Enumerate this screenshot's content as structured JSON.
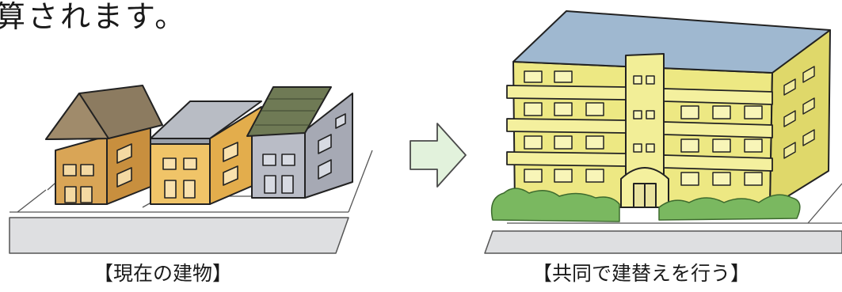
{
  "text": {
    "top_fragment": "算されます。",
    "caption_current": "【現在の建物】",
    "caption_rebuild": "【共同で建替えを行う】"
  },
  "colors": {
    "road": "#dedfe1",
    "house_brown": "#d9a556",
    "house_orange": "#f0c468",
    "house_gray": "#b9bcc6",
    "roof_brown": "#8c7b60",
    "roof_green": "#6f7a55",
    "roof_blue": "#9fb8d0",
    "building_yellow": "#ede883",
    "hedge": "#7ab860",
    "arrow_fill": "#e2f2dc"
  },
  "icons": {
    "arrow": "right-arrow-icon"
  }
}
